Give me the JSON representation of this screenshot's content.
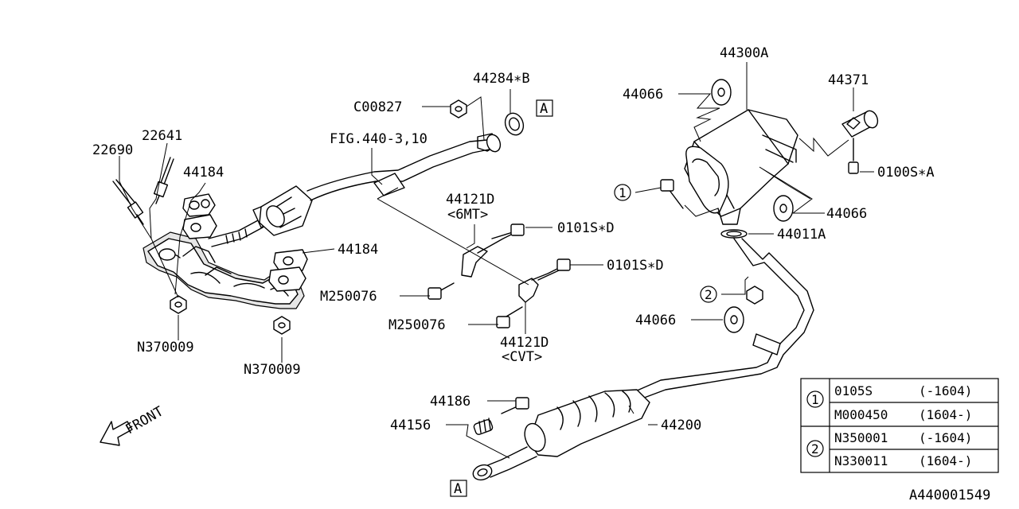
{
  "diagram_id": "A440001549",
  "front_label": "FRONT",
  "callouts": {
    "p22690": "22690",
    "p22641": "22641",
    "p44184_top": "44184",
    "p44184_mid": "44184",
    "pN370009_left": "N370009",
    "pN370009_right": "N370009",
    "pFIG": "FIG.440-3,10",
    "pC00827": "C00827",
    "p44284B": "44284∗B",
    "p44121D_6mt": "44121D",
    "p6mt_note": "<6MT>",
    "p0101SD_top": "0101S∗D",
    "p0101SD_mid": "0101S∗D",
    "pM250076_top": "M250076",
    "pM250076_bot": "M250076",
    "p44121D_cvt": "44121D",
    "pcvt_note": "<CVT>",
    "p44300A": "44300A",
    "p44066_top": "44066",
    "p44371": "44371",
    "p0100SA": "0100S∗A",
    "p44066_right": "44066",
    "p44011A": "44011A",
    "p44066_mid": "44066",
    "p44186": "44186",
    "p44156": "44156",
    "p44200": "44200"
  },
  "ref_markers": {
    "A_top": "A",
    "A_bottom": "A",
    "circle1": "1",
    "circle2": "2"
  },
  "legend": {
    "rows": [
      {
        "key": "1",
        "part": "0105S",
        "range": "(-1604)"
      },
      {
        "key": "",
        "part": "M000450",
        "range": "(1604-)"
      },
      {
        "key": "2",
        "part": "N350001",
        "range": "(-1604)"
      },
      {
        "key": "",
        "part": "N330011",
        "range": "(1604-)"
      }
    ]
  }
}
